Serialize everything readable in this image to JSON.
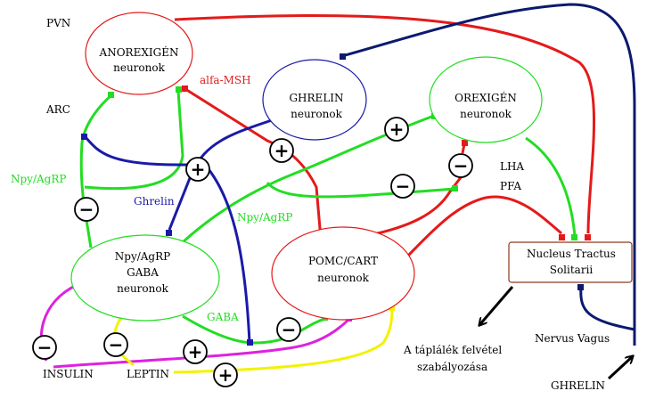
{
  "labels": {
    "pvn": "PVN",
    "arc": "ARC",
    "npy_agrp_left": "Npy/AgRP",
    "alfa_msh": "alfa-MSH",
    "ghrelin_blue": "Ghrelin",
    "npy_agrp_mid": "Npy/AgRP",
    "gaba": "GABA",
    "lha": "LHA",
    "pfa": "PFA",
    "insulin": "INSULIN",
    "leptin": "LEPTIN",
    "ghrelin_bottom": "GHRELIN",
    "nervus_vagus": "Nervus Vagus",
    "output_line1": "A táplálék felvétel",
    "output_line2": "szabályozása"
  },
  "nodes": {
    "anorexigen": {
      "line1": "ANOREXIGÉN",
      "line2": "neuronok"
    },
    "ghrelin": {
      "line1": "GHRELIN",
      "line2": "neuronok"
    },
    "orexigen": {
      "line1": "OREXIGÉN",
      "line2": "neuronok"
    },
    "npy_gaba": {
      "line1": "Npy/AgRP",
      "line2": "GABA",
      "line3": "neuronok"
    },
    "pomc": {
      "line1": "POMC/CART",
      "line2": "neuronok"
    },
    "nts": {
      "line1": "Nucleus Tractus",
      "line2": "Solitarii"
    }
  },
  "signs": {
    "plus": "+",
    "minus": "−"
  },
  "colors": {
    "red": "#e41a1a",
    "green": "#22dd22",
    "blue": "#1a1aa8",
    "navy": "#0b1a6e",
    "magenta": "#dd22dd",
    "yellow": "#f2f200",
    "brown": "#8b3a1a"
  }
}
